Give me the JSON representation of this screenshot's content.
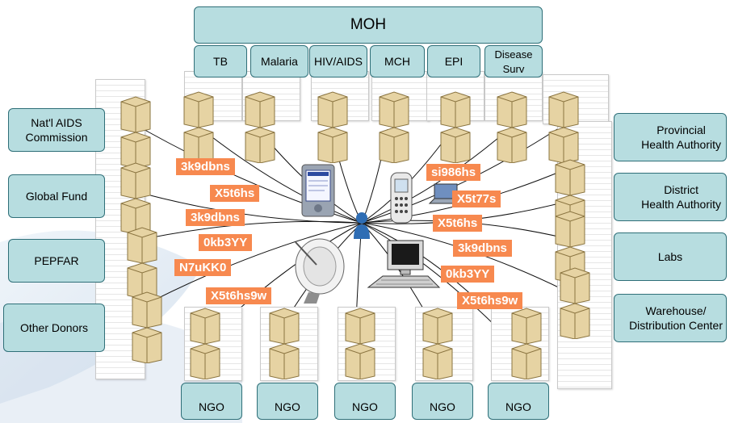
{
  "top": {
    "moh": "MOH",
    "programs": [
      "TB",
      "Malaria",
      "HIV/AIDS",
      "MCH",
      "EPI",
      "Disease\nSurv"
    ]
  },
  "left": [
    "Nat'l AIDS\nCommission",
    "Global Fund",
    "PEPFAR",
    "Other Donors"
  ],
  "right": [
    "Provincial\nHealth Authority",
    "District\nHealth Authority",
    "Labs",
    "Warehouse/\nDistribution Center"
  ],
  "bottom": [
    "NGO",
    "NGO",
    "NGO",
    "NGO",
    "NGO"
  ],
  "id_labels": [
    "3k9dbns",
    "X5t6hs",
    "3k9dbns",
    "0kb3YY",
    "N7uKK0",
    "X5t6hs9w",
    "si986hs",
    "X5t77s",
    "X5t6hs",
    "3k9dbns",
    "0kb3YY",
    "X5t6hs9w"
  ],
  "colors": {
    "box_fill": "#b7dde0",
    "box_border": "#2f6f78",
    "label_fill": "#f7894f",
    "center_person": "#2e6db4"
  }
}
